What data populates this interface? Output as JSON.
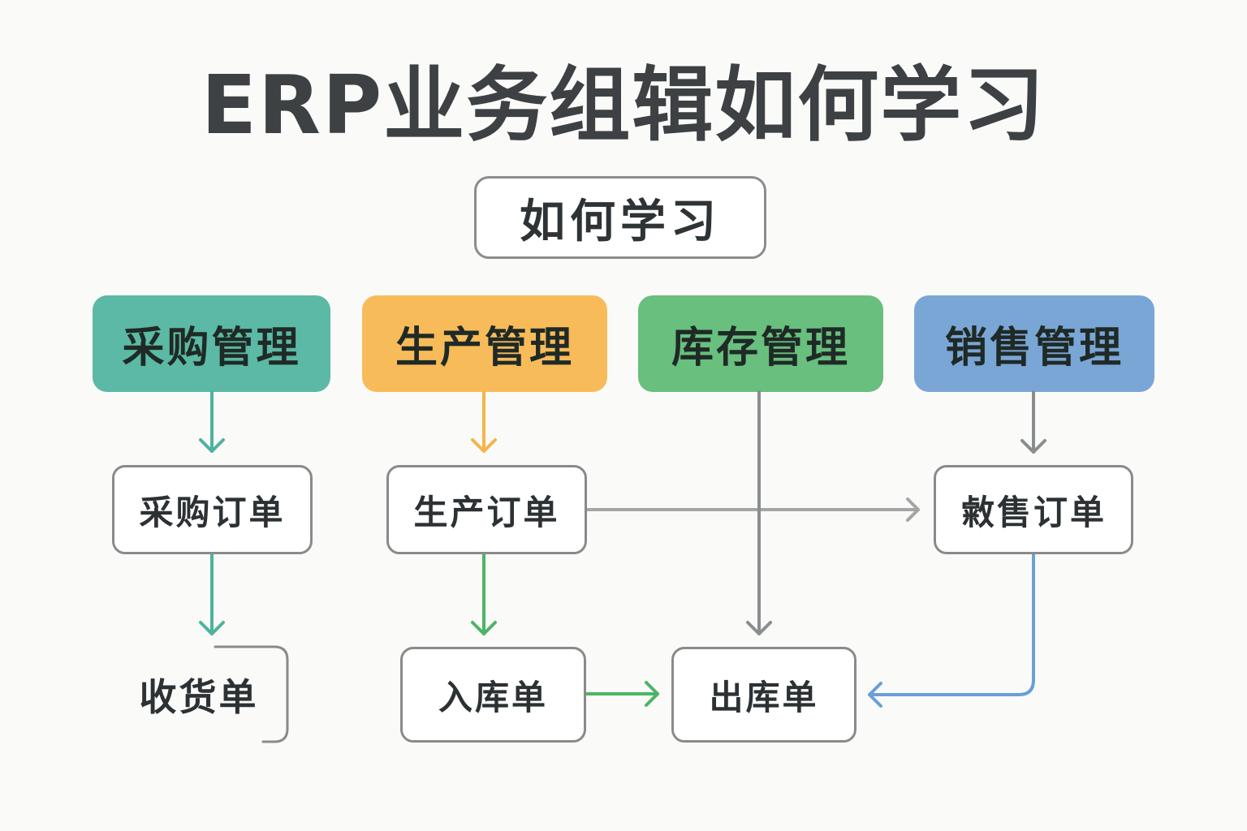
{
  "title": "ERP业务组辑如何学习",
  "subtitle": "如何学习",
  "modules": [
    {
      "label": "采购管理",
      "color": "#5bb9a5"
    },
    {
      "label": "生产管理",
      "color": "#f8bb5a"
    },
    {
      "label": "库存管理",
      "color": "#69bf7e"
    },
    {
      "label": "销售管理",
      "color": "#7aa6d6"
    }
  ],
  "documents": {
    "purchase_order": "采购订单",
    "production_order": "生产订单",
    "sales_order": "敹售订单",
    "receipt": "收货单",
    "stock_in": "入库单",
    "stock_out": "出库单"
  },
  "arrow_colors": {
    "purchase": "#4fb39e",
    "production": "#f5b54a",
    "stock_in": "#4cb466",
    "gray": "#8a8d8f",
    "light_gray": "#a3a5a7",
    "sales": "#6a9fd8"
  }
}
